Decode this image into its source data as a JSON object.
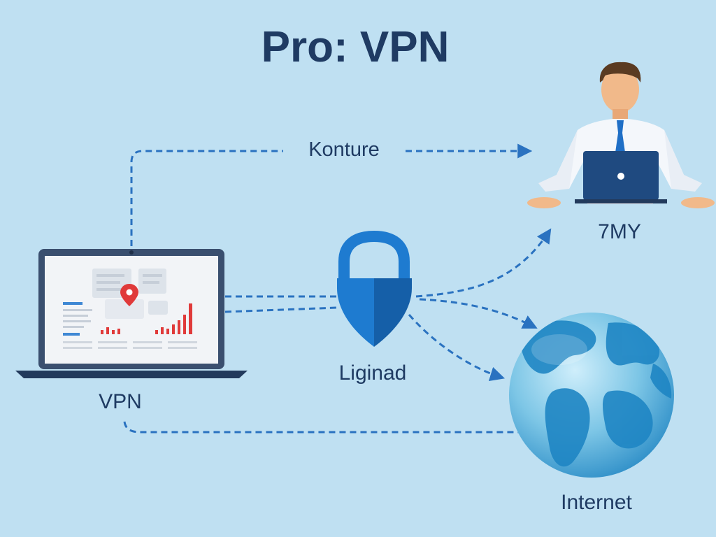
{
  "title": "Pro: VPN",
  "nodes": {
    "laptop": {
      "label": "VPN",
      "pin_icon": "map-pin-icon"
    },
    "lock": {
      "label": "Liginad",
      "icon": "shield-lock-icon"
    },
    "user": {
      "label": "7MY",
      "icon": "person-laptop-icon"
    },
    "globe": {
      "label": "Internet",
      "icon": "globe-icon"
    }
  },
  "edges": {
    "top_path": {
      "label": "Konture"
    }
  },
  "colors": {
    "background": "#bfe0f2",
    "title": "#1f3b63",
    "label": "#1f3b63",
    "dash": "#2a72c0",
    "lock_left": "#1e7bd0",
    "lock_right": "#155fa8",
    "accent_red": "#e03a3a",
    "laptop_frame": "#3a4f6f",
    "globe_ocean": "#6fc0e2",
    "globe_land": "#1f86c4"
  }
}
